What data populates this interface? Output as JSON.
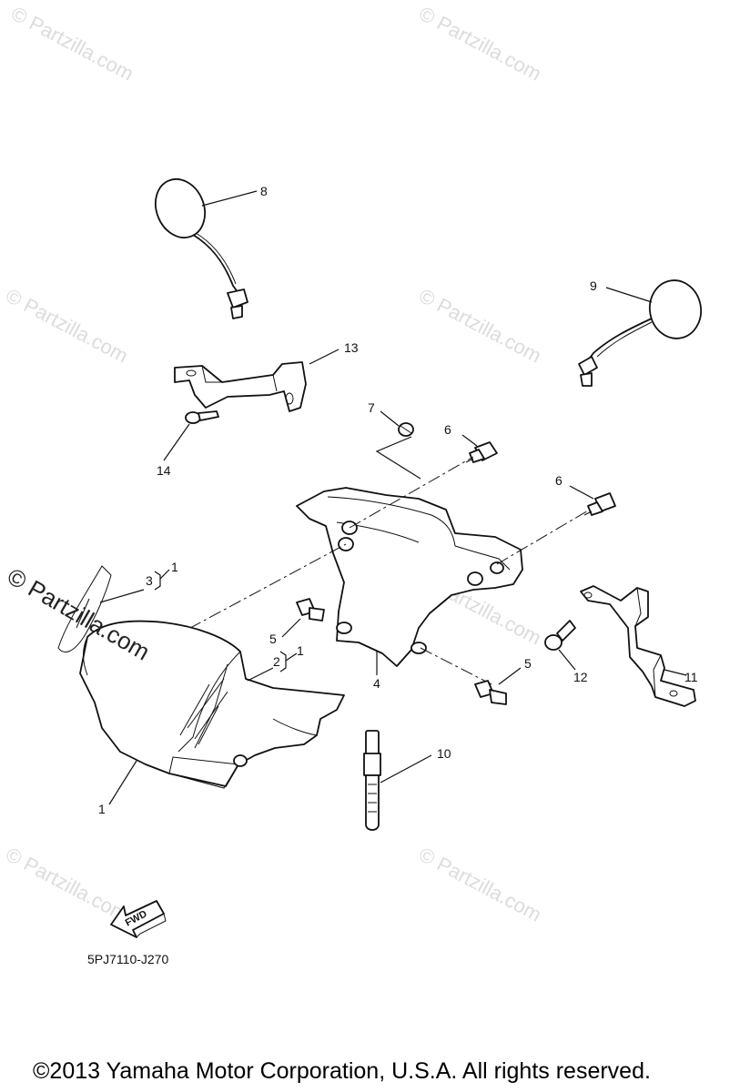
{
  "watermark": {
    "text": "© Partzilla.com",
    "prominent_text": "© Partzilla.com"
  },
  "callouts": [
    {
      "id": "c8",
      "label": "8"
    },
    {
      "id": "c9",
      "label": "9"
    },
    {
      "id": "c13",
      "label": "13"
    },
    {
      "id": "c14",
      "label": "14"
    },
    {
      "id": "c7",
      "label": "7"
    },
    {
      "id": "c6a",
      "label": "6"
    },
    {
      "id": "c6b",
      "label": "6"
    },
    {
      "id": "c1a",
      "label": "1"
    },
    {
      "id": "c3",
      "label": "3"
    },
    {
      "id": "c5a",
      "label": "5"
    },
    {
      "id": "c2",
      "label": "2"
    },
    {
      "id": "c1b",
      "label": "1"
    },
    {
      "id": "c4",
      "label": "4"
    },
    {
      "id": "c5b",
      "label": "5"
    },
    {
      "id": "c12",
      "label": "12"
    },
    {
      "id": "c11",
      "label": "11"
    },
    {
      "id": "c10",
      "label": "10"
    },
    {
      "id": "c1c",
      "label": "1"
    }
  ],
  "fwd_label": "FWD",
  "part_code": "5PJ7110-J270",
  "copyright": "©2013  Yamaha Motor Corporation, U.S.A. All rights reserved.",
  "colors": {
    "ink": "#111111",
    "watermark": "#dcdcdc",
    "background": "#ffffff"
  }
}
